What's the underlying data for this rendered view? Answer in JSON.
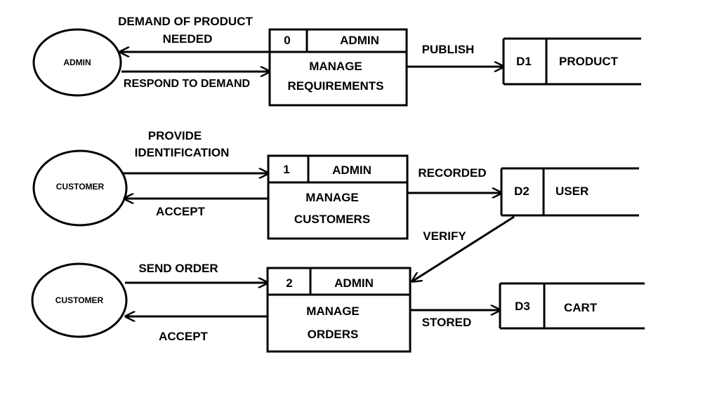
{
  "entities": {
    "admin": "ADMIN",
    "customer1": "CUSTOMER",
    "customer2": "CUSTOMER"
  },
  "processes": [
    {
      "id": "0",
      "owner": "ADMIN",
      "name_line1": "MANAGE",
      "name_line2": "REQUIREMENTS"
    },
    {
      "id": "1",
      "owner": "ADMIN",
      "name_line1": "MANAGE",
      "name_line2": "CUSTOMERS"
    },
    {
      "id": "2",
      "owner": "ADMIN",
      "name_line1": "MANAGE",
      "name_line2": "ORDERS"
    }
  ],
  "stores": [
    {
      "id": "D1",
      "name": "PRODUCT"
    },
    {
      "id": "D2",
      "name": "USER"
    },
    {
      "id": "D3",
      "name": "CART"
    }
  ],
  "flows": {
    "demand_line1": "DEMAND OF PRODUCT",
    "demand_line2": "NEEDED",
    "respond": "RESPOND TO DEMAND",
    "publish": "PUBLISH",
    "provide_line1": "PROVIDE",
    "provide_line2": "IDENTIFICATION",
    "accept1": "ACCEPT",
    "recorded": "RECORDED",
    "verify": "VERIFY",
    "send_order": "SEND ORDER",
    "accept2": "ACCEPT",
    "stored": "STORED"
  }
}
